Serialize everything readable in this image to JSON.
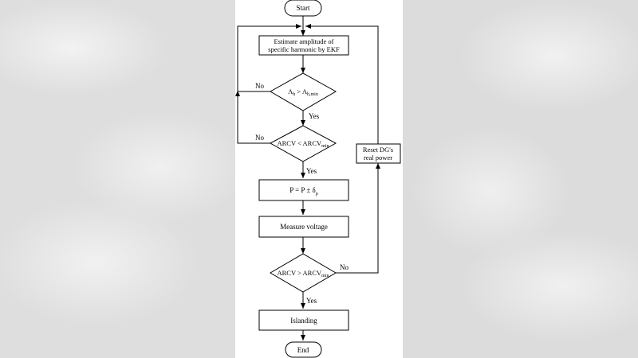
{
  "nodes": {
    "start": "Start",
    "estimate_line1": "Estimate amplitude of",
    "estimate_line2": "specific harmonic by EKF",
    "cond1_left": "A",
    "cond1_left_sub": "h",
    "cond1_op": " > A",
    "cond1_right_sub": "h,min",
    "cond2_text": "ARCV < ARCV",
    "cond2_sub": "min",
    "perturb_main": "P = P ± δ",
    "perturb_sub": "p",
    "measure": "Measure voltage",
    "cond3_text": "ARCV > ARCV",
    "cond3_sub": "min",
    "islanding": "Islanding",
    "end": "End",
    "reset_line1": "Reset DG's",
    "reset_line2": "real power"
  },
  "edge_labels": {
    "cond1_no": "No",
    "cond1_yes": "Yes",
    "cond2_no": "No",
    "cond2_yes": "Yes",
    "cond3_no": "No",
    "cond3_yes": "Yes"
  }
}
